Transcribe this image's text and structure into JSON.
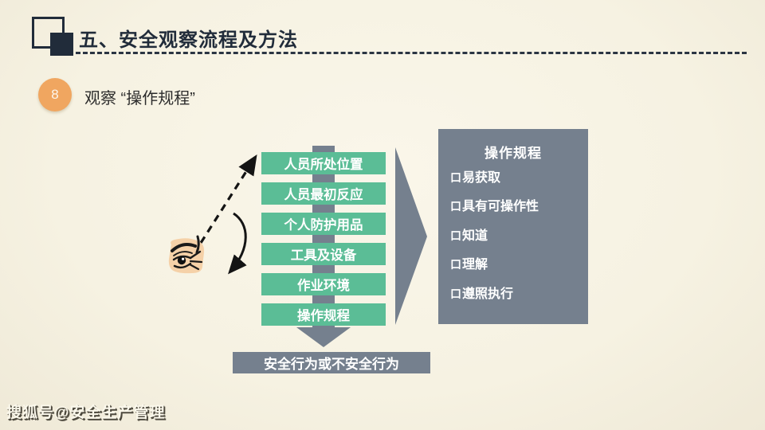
{
  "header": {
    "title": "五、安全观察流程及方法"
  },
  "section": {
    "number": "8",
    "subtitle": "观察 “操作规程”"
  },
  "flow": {
    "steps": [
      "人员所处位置",
      "人员最初反应",
      "个人防护用品",
      "工具及设备",
      "作业环境",
      "操作规程"
    ],
    "result": "安全行为或不安全行为"
  },
  "panel": {
    "title": "操作规程",
    "bullet": "口",
    "items": [
      "易获取",
      "具有可操作性",
      "知道",
      "理解",
      "遵照执行"
    ]
  },
  "icons": {
    "observer": "eye-icon",
    "flow_arrow": "down-arrow-icon",
    "link_arrow": "right-chevron-icon"
  },
  "colors": {
    "accent_green": "#5bbd96",
    "slate_gray": "#75808e",
    "badge_orange": "#f0a660",
    "title_navy": "#212c3a",
    "background_cream": "#f6f2e2"
  },
  "watermark": {
    "text": "搜狐号@安全生产管理"
  }
}
